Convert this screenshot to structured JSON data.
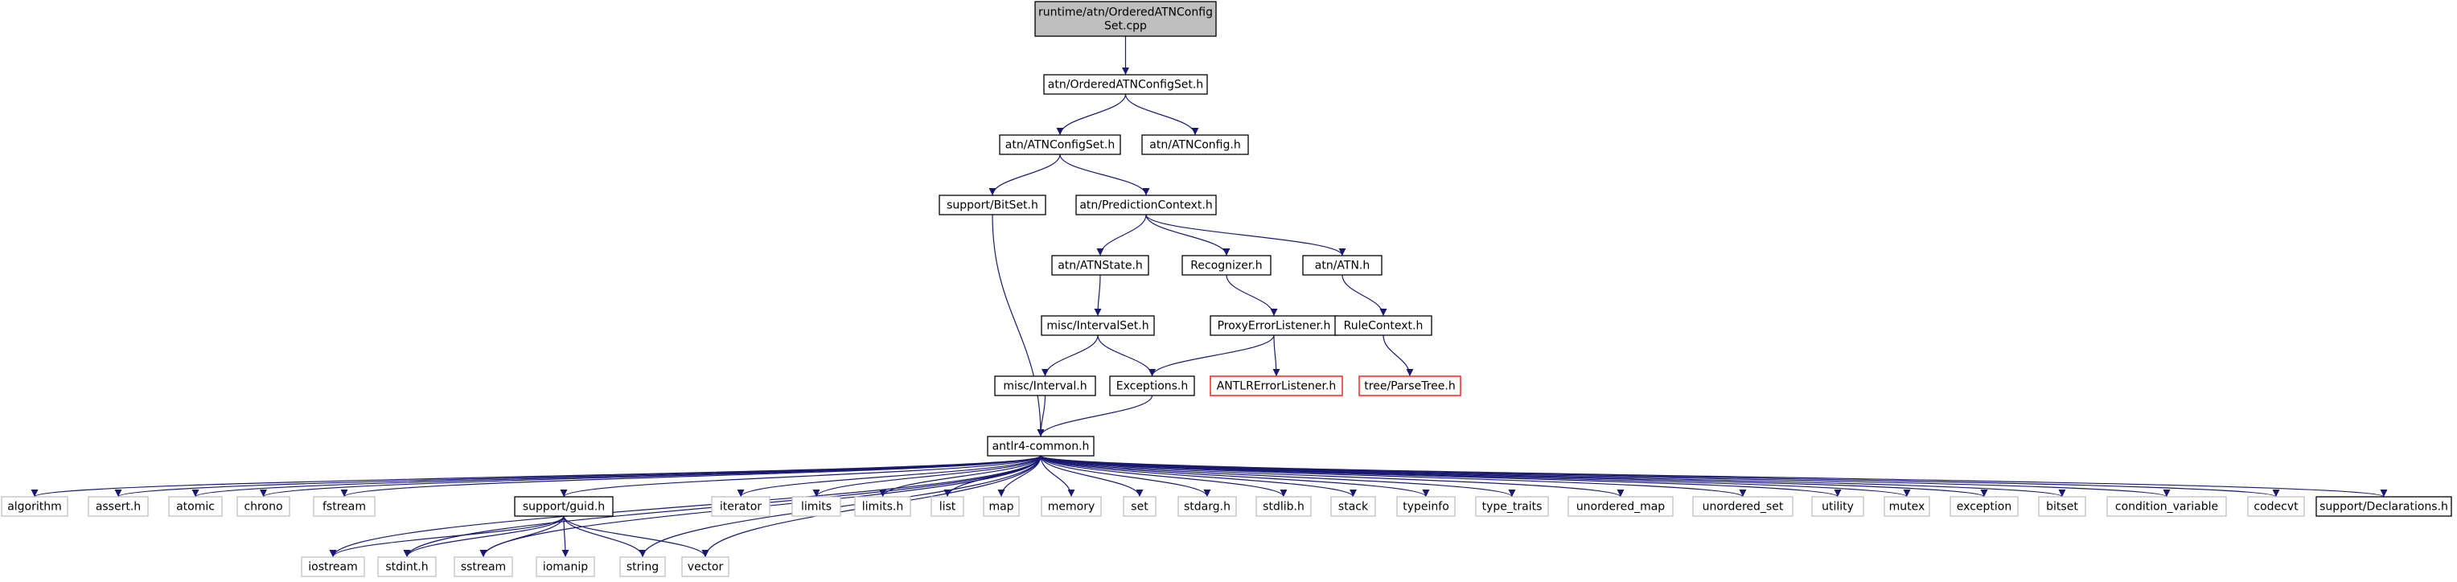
{
  "colors": {
    "edge": "#191970",
    "node_border": "#000000",
    "node_border_truncated": "#ff0000",
    "node_border_external": "#bfbfbf",
    "root_fill": "#bfbfbf",
    "node_fill": "#ffffff",
    "text": "#000000"
  },
  "nodes": [
    {
      "id": "root",
      "lines": [
        "runtime/atn/OrderedATNConfig",
        "Set.cpp"
      ],
      "style": "root"
    },
    {
      "id": "oacs",
      "lines": [
        "atn/OrderedATNConfigSet.h"
      ],
      "style": "normal"
    },
    {
      "id": "acs",
      "lines": [
        "atn/ATNConfigSet.h"
      ],
      "style": "normal"
    },
    {
      "id": "ac",
      "lines": [
        "atn/ATNConfig.h"
      ],
      "style": "normal"
    },
    {
      "id": "bitset_h",
      "lines": [
        "support/BitSet.h"
      ],
      "style": "normal"
    },
    {
      "id": "pc",
      "lines": [
        "atn/PredictionContext.h"
      ],
      "style": "normal"
    },
    {
      "id": "atnstate",
      "lines": [
        "atn/ATNState.h"
      ],
      "style": "normal"
    },
    {
      "id": "recognizer",
      "lines": [
        "Recognizer.h"
      ],
      "style": "normal"
    },
    {
      "id": "atn",
      "lines": [
        "atn/ATN.h"
      ],
      "style": "normal"
    },
    {
      "id": "intervalset",
      "lines": [
        "misc/IntervalSet.h"
      ],
      "style": "normal"
    },
    {
      "id": "pel",
      "lines": [
        "ProxyErrorListener.h"
      ],
      "style": "normal"
    },
    {
      "id": "rulectx",
      "lines": [
        "RuleContext.h"
      ],
      "style": "normal"
    },
    {
      "id": "interval",
      "lines": [
        "misc/Interval.h"
      ],
      "style": "normal"
    },
    {
      "id": "exceptions",
      "lines": [
        "Exceptions.h"
      ],
      "style": "normal"
    },
    {
      "id": "ael",
      "lines": [
        "ANTLRErrorListener.h"
      ],
      "style": "truncated"
    },
    {
      "id": "parsetree",
      "lines": [
        "tree/ParseTree.h"
      ],
      "style": "truncated"
    },
    {
      "id": "common",
      "lines": [
        "antlr4-common.h"
      ],
      "style": "normal"
    },
    {
      "id": "algorithm",
      "lines": [
        "algorithm"
      ],
      "style": "external"
    },
    {
      "id": "assert",
      "lines": [
        "assert.h"
      ],
      "style": "external"
    },
    {
      "id": "atomic",
      "lines": [
        "atomic"
      ],
      "style": "external"
    },
    {
      "id": "chrono",
      "lines": [
        "chrono"
      ],
      "style": "external"
    },
    {
      "id": "fstream",
      "lines": [
        "fstream"
      ],
      "style": "external"
    },
    {
      "id": "guid",
      "lines": [
        "support/guid.h"
      ],
      "style": "normal"
    },
    {
      "id": "iterator",
      "lines": [
        "iterator"
      ],
      "style": "external"
    },
    {
      "id": "limits",
      "lines": [
        "limits"
      ],
      "style": "external"
    },
    {
      "id": "limits_h",
      "lines": [
        "limits.h"
      ],
      "style": "external"
    },
    {
      "id": "list",
      "lines": [
        "list"
      ],
      "style": "external"
    },
    {
      "id": "map",
      "lines": [
        "map"
      ],
      "style": "external"
    },
    {
      "id": "memory",
      "lines": [
        "memory"
      ],
      "style": "external"
    },
    {
      "id": "set",
      "lines": [
        "set"
      ],
      "style": "external"
    },
    {
      "id": "stdarg",
      "lines": [
        "stdarg.h"
      ],
      "style": "external"
    },
    {
      "id": "stdlib",
      "lines": [
        "stdlib.h"
      ],
      "style": "external"
    },
    {
      "id": "stack",
      "lines": [
        "stack"
      ],
      "style": "external"
    },
    {
      "id": "typeinfo",
      "lines": [
        "typeinfo"
      ],
      "style": "external"
    },
    {
      "id": "type_traits",
      "lines": [
        "type_traits"
      ],
      "style": "external"
    },
    {
      "id": "unordered_map",
      "lines": [
        "unordered_map"
      ],
      "style": "external"
    },
    {
      "id": "unordered_set",
      "lines": [
        "unordered_set"
      ],
      "style": "external"
    },
    {
      "id": "utility",
      "lines": [
        "utility"
      ],
      "style": "external"
    },
    {
      "id": "mutex",
      "lines": [
        "mutex"
      ],
      "style": "external"
    },
    {
      "id": "exception",
      "lines": [
        "exception"
      ],
      "style": "external"
    },
    {
      "id": "bitset",
      "lines": [
        "bitset"
      ],
      "style": "external"
    },
    {
      "id": "condvar",
      "lines": [
        "condition_variable"
      ],
      "style": "external"
    },
    {
      "id": "codecvt",
      "lines": [
        "codecvt"
      ],
      "style": "external"
    },
    {
      "id": "decl",
      "lines": [
        "support/Declarations.h"
      ],
      "style": "normal"
    },
    {
      "id": "iostream",
      "lines": [
        "iostream"
      ],
      "style": "external"
    },
    {
      "id": "stdint",
      "lines": [
        "stdint.h"
      ],
      "style": "external"
    },
    {
      "id": "sstream",
      "lines": [
        "sstream"
      ],
      "style": "external"
    },
    {
      "id": "iomanip",
      "lines": [
        "iomanip"
      ],
      "style": "external"
    },
    {
      "id": "string",
      "lines": [
        "string"
      ],
      "style": "external"
    },
    {
      "id": "vector",
      "lines": [
        "vector"
      ],
      "style": "external"
    }
  ],
  "edges": [
    [
      "root",
      "oacs"
    ],
    [
      "oacs",
      "acs"
    ],
    [
      "oacs",
      "ac"
    ],
    [
      "acs",
      "bitset_h"
    ],
    [
      "acs",
      "pc"
    ],
    [
      "bitset_h",
      "common"
    ],
    [
      "pc",
      "atnstate"
    ],
    [
      "pc",
      "recognizer"
    ],
    [
      "pc",
      "atn"
    ],
    [
      "atnstate",
      "intervalset"
    ],
    [
      "recognizer",
      "pel"
    ],
    [
      "atn",
      "rulectx"
    ],
    [
      "intervalset",
      "interval"
    ],
    [
      "intervalset",
      "exceptions"
    ],
    [
      "pel",
      "exceptions"
    ],
    [
      "pel",
      "ael"
    ],
    [
      "rulectx",
      "parsetree"
    ],
    [
      "interval",
      "common"
    ],
    [
      "exceptions",
      "common"
    ],
    [
      "common",
      "algorithm"
    ],
    [
      "common",
      "assert"
    ],
    [
      "common",
      "atomic"
    ],
    [
      "common",
      "chrono"
    ],
    [
      "common",
      "fstream"
    ],
    [
      "common",
      "iostream"
    ],
    [
      "common",
      "stdint"
    ],
    [
      "common",
      "sstream"
    ],
    [
      "common",
      "guid"
    ],
    [
      "common",
      "string"
    ],
    [
      "common",
      "vector"
    ],
    [
      "common",
      "iterator"
    ],
    [
      "common",
      "limits"
    ],
    [
      "common",
      "limits_h"
    ],
    [
      "common",
      "list"
    ],
    [
      "common",
      "map"
    ],
    [
      "common",
      "memory"
    ],
    [
      "common",
      "set"
    ],
    [
      "common",
      "stdarg"
    ],
    [
      "common",
      "stdlib"
    ],
    [
      "common",
      "stack"
    ],
    [
      "common",
      "typeinfo"
    ],
    [
      "common",
      "type_traits"
    ],
    [
      "common",
      "unordered_map"
    ],
    [
      "common",
      "unordered_set"
    ],
    [
      "common",
      "utility"
    ],
    [
      "common",
      "mutex"
    ],
    [
      "common",
      "exception"
    ],
    [
      "common",
      "bitset"
    ],
    [
      "common",
      "condvar"
    ],
    [
      "common",
      "codecvt"
    ],
    [
      "common",
      "decl"
    ],
    [
      "guid",
      "iostream"
    ],
    [
      "guid",
      "stdint"
    ],
    [
      "guid",
      "sstream"
    ],
    [
      "guid",
      "iomanip"
    ],
    [
      "guid",
      "string"
    ],
    [
      "guid",
      "vector"
    ]
  ]
}
